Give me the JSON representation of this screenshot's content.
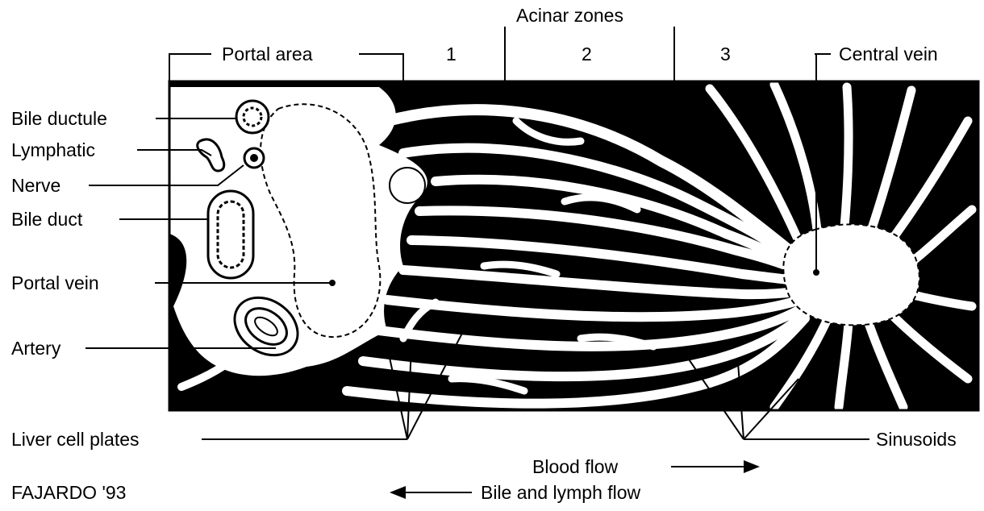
{
  "header": {
    "acinar_zones": "Acinar zones",
    "zone_1": "1",
    "zone_2": "2",
    "zone_3": "3",
    "portal_area": "Portal area",
    "central_vein": "Central vein"
  },
  "left_labels": {
    "bile_ductule": "Bile ductule",
    "lymphatic": "Lymphatic",
    "nerve": "Nerve",
    "bile_duct": "Bile duct",
    "portal_vein": "Portal vein",
    "artery": "Artery"
  },
  "bottom_labels": {
    "liver_cell_plates": "Liver cell plates",
    "sinusoids": "Sinusoids",
    "blood_flow": "Blood flow",
    "bile_lymph_flow": "Bile and lymph flow",
    "credit": "FAJARDO '93"
  },
  "colors": {
    "ink": "#000000",
    "paper": "#ffffff"
  }
}
